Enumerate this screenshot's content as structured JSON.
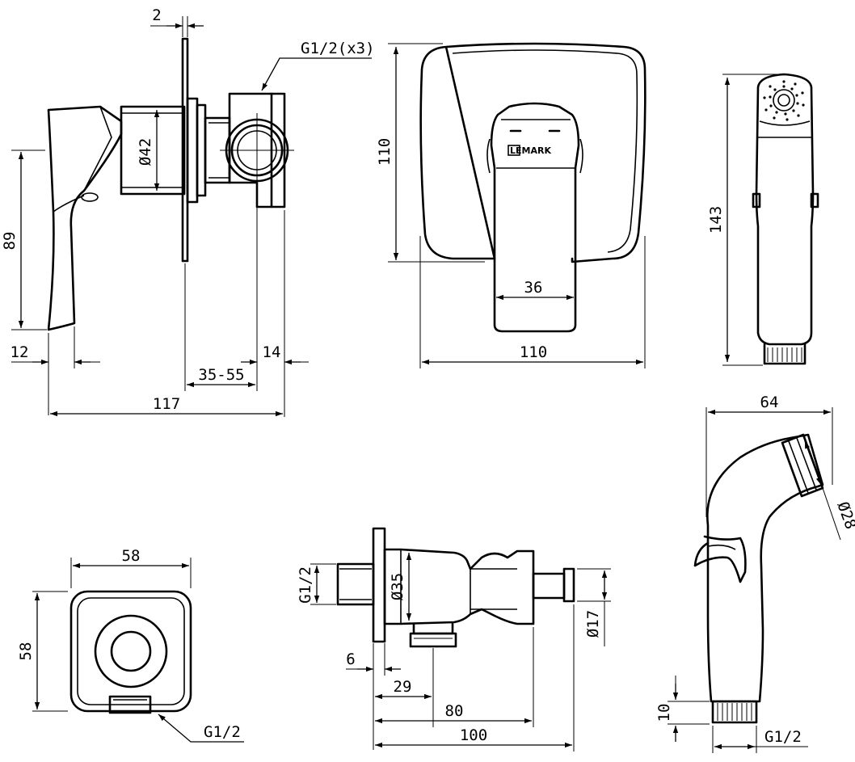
{
  "dimensions": {
    "side_plate_thickness": "2",
    "inlet_thread": "G1/2(x3)",
    "lever_height": "89",
    "body_diameter": "Ø42",
    "lever_thickness": "12",
    "install_depth": "35-55",
    "inlet_offset": "14",
    "total_depth": "117",
    "plate_height": "110",
    "plate_width": "110",
    "handle_width": "36",
    "brand": "LEMARK",
    "shower_height": "143",
    "outlet_width": "58",
    "outlet_height": "58",
    "outlet_thread": "G1/2",
    "valve_thread": "G1/2",
    "valve_diameter": "Ø35",
    "knob_diameter": "Ø17",
    "valve_flange": "6",
    "valve_outlet_pos": "29",
    "valve_length_80": "80",
    "valve_length_100": "100",
    "shower_side_width": "64",
    "shower_head_diameter": "Ø28",
    "shower_thread_length": "10",
    "shower_thread": "G1/2"
  }
}
